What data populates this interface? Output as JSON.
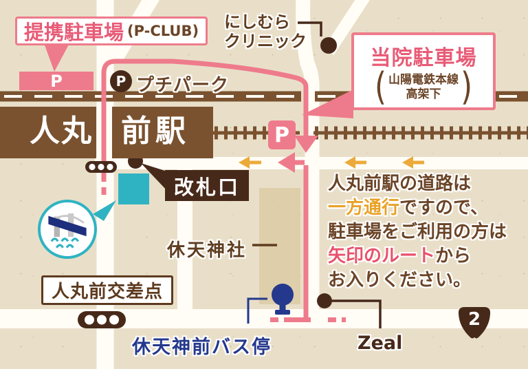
{
  "colors": {
    "background": "#e9dfc9",
    "road_white": "#fffdf6",
    "map_brown": "#7a5230",
    "dark_brown": "#47291a",
    "text_brown": "#6b4427",
    "route_pink": "#ee7b8b",
    "pink_text": "#e85b76",
    "orange": "#e9a227",
    "teal": "#2fb3c2",
    "navy": "#24388d"
  },
  "labels": {
    "partner_parking_title": "提携駐車場",
    "partner_parking_subtitle": "(P-CLUB)",
    "clinic_parking_title": "当院駐車場",
    "clinic_parking_sub1": "山陽電鉄本線",
    "clinic_parking_sub2": "高架下",
    "paren_open": "(",
    "paren_close": ")",
    "nishimura_line1": "にしむら",
    "nishimura_line2": "クリニック",
    "petit_park": "プチパーク",
    "station_left": "人丸",
    "station_right": "前駅",
    "ticket_gate": "改札口",
    "shrine": "休天神社",
    "intersection": "人丸前交差点",
    "bus_stop": "休天神前バス停",
    "zeal": "Zeal",
    "route_number": "2",
    "parking_letter": "P"
  },
  "notice": {
    "line1": "人丸前駅の道路は",
    "line2_highlight": "一方通行",
    "line2_rest": "ですので、",
    "line3": "駐車場をご利用の方は",
    "line4_highlight": "矢印のルート",
    "line4_rest": "から",
    "line5": "お入りください。"
  }
}
